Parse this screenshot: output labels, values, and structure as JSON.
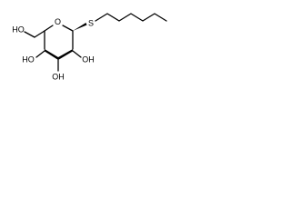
{
  "molecule": {
    "atom_labels": {
      "ring_oxygen": "O",
      "sulfur": "S",
      "hydroxymethyl_oh": "HO",
      "oh_c2": "OH",
      "oh_c3": "OH",
      "oh_c4": "HO"
    }
  }
}
